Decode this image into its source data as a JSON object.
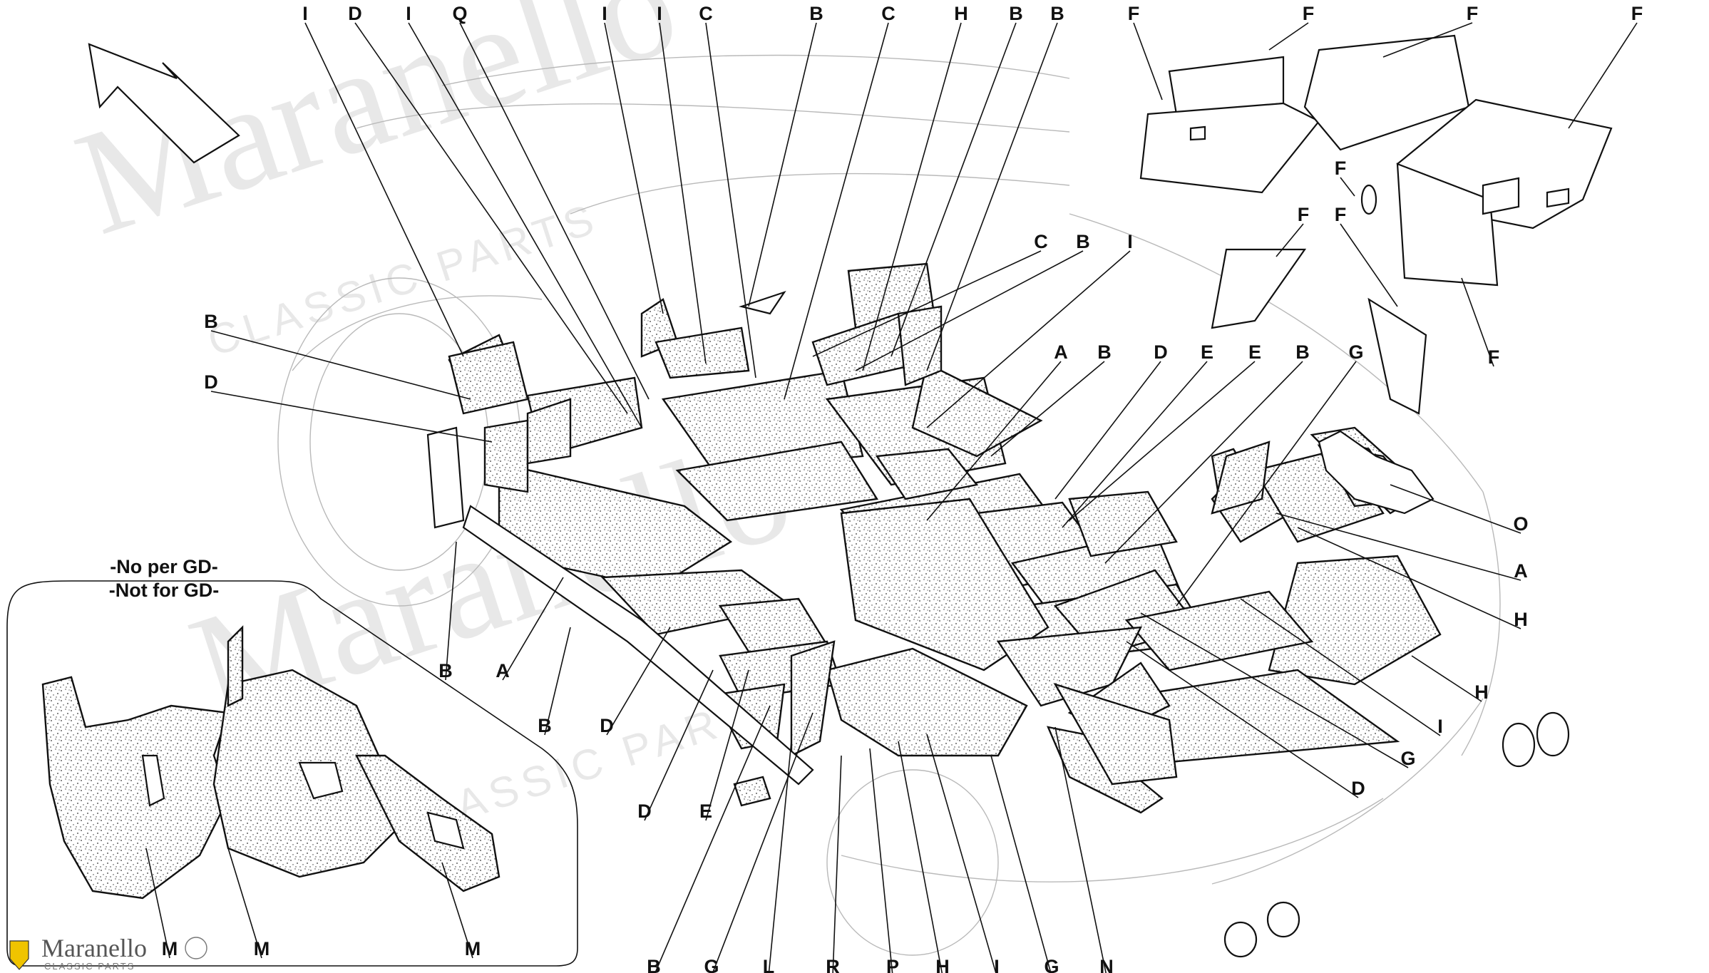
{
  "diagram": {
    "notes": [
      "-No per GD-",
      "-Not for GD-"
    ],
    "watermark": {
      "main": "Maranello",
      "sub": "CLASSIC PARTS"
    },
    "brand": {
      "name": "Maranello",
      "sub": "CLASSIC PARTS"
    },
    "callouts": {
      "top": [
        "I",
        "D",
        "I",
        "Q",
        "I",
        "I",
        "C",
        "B",
        "C",
        "H",
        "B",
        "B"
      ],
      "top_right": [
        "F",
        "F",
        "F",
        "F",
        "F",
        "F",
        "F",
        "F"
      ],
      "middle": [
        "C",
        "B",
        "I",
        "A",
        "B",
        "D",
        "E",
        "E",
        "B",
        "G"
      ],
      "left": [
        "B",
        "D"
      ],
      "right": [
        "O",
        "A",
        "H",
        "H",
        "I",
        "G",
        "D"
      ],
      "under_front": [
        "B",
        "A",
        "B",
        "D",
        "D",
        "E"
      ],
      "bottom": [
        "B",
        "G",
        "L",
        "R",
        "P",
        "H",
        "I",
        "G",
        "N"
      ],
      "inset": [
        "M",
        "M",
        "M"
      ]
    }
  }
}
